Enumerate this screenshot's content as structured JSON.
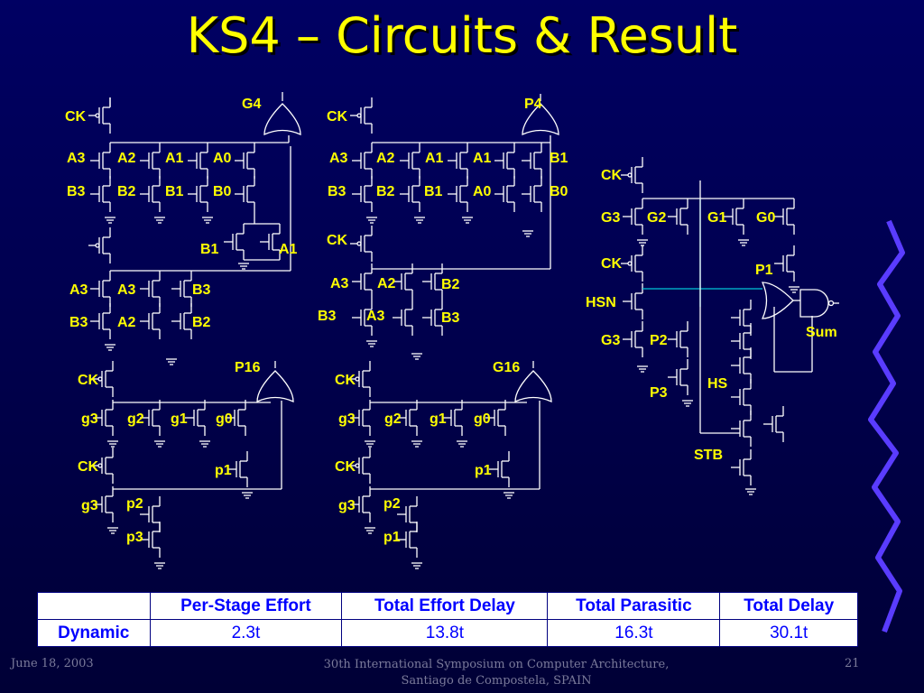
{
  "title": "KS4 – Circuits & Result",
  "labels": {
    "ck": "CK",
    "g4": "G4",
    "p4": "P4",
    "p16": "P16",
    "g16": "G16",
    "a3": "A3",
    "a2": "A2",
    "a1": "A1",
    "a0": "A0",
    "b3": "B3",
    "b2": "B2",
    "b1": "B1",
    "b0": "B0",
    "g3": "G3",
    "g2": "G2",
    "g1": "G1",
    "g0": "G0",
    "p1": "P1",
    "p2": "P2",
    "p3": "P3",
    "hsn": "HSN",
    "hs": "HS",
    "stb": "STB",
    "sum": "Sum",
    "lg3": "g3",
    "lg2": "g2",
    "lg1": "g1",
    "lg0": "g0",
    "lp1": "p1",
    "lp2": "p2",
    "lp3": "p3"
  },
  "table": {
    "headers": [
      "",
      "Per-Stage Effort",
      "Total Effort Delay",
      "Total Parasitic",
      "Total Delay"
    ],
    "rows": [
      {
        "name": "Dynamic",
        "values": [
          "2.3t",
          "13.8t",
          "16.3t",
          "30.1t"
        ]
      }
    ]
  },
  "footer": {
    "date": "June 18, 2003",
    "conference_line1": "30th International Symposium on Computer Architecture,",
    "conference_line2": "Santiago de Compostela, SPAIN",
    "page": "21"
  },
  "colors": {
    "title": "#ffff00",
    "labels": "#ffff00",
    "table_text": "#0000ff",
    "wires": "#ffffff",
    "highlight_wires": "#00c6d8",
    "squiggle": "#5a3cff"
  }
}
